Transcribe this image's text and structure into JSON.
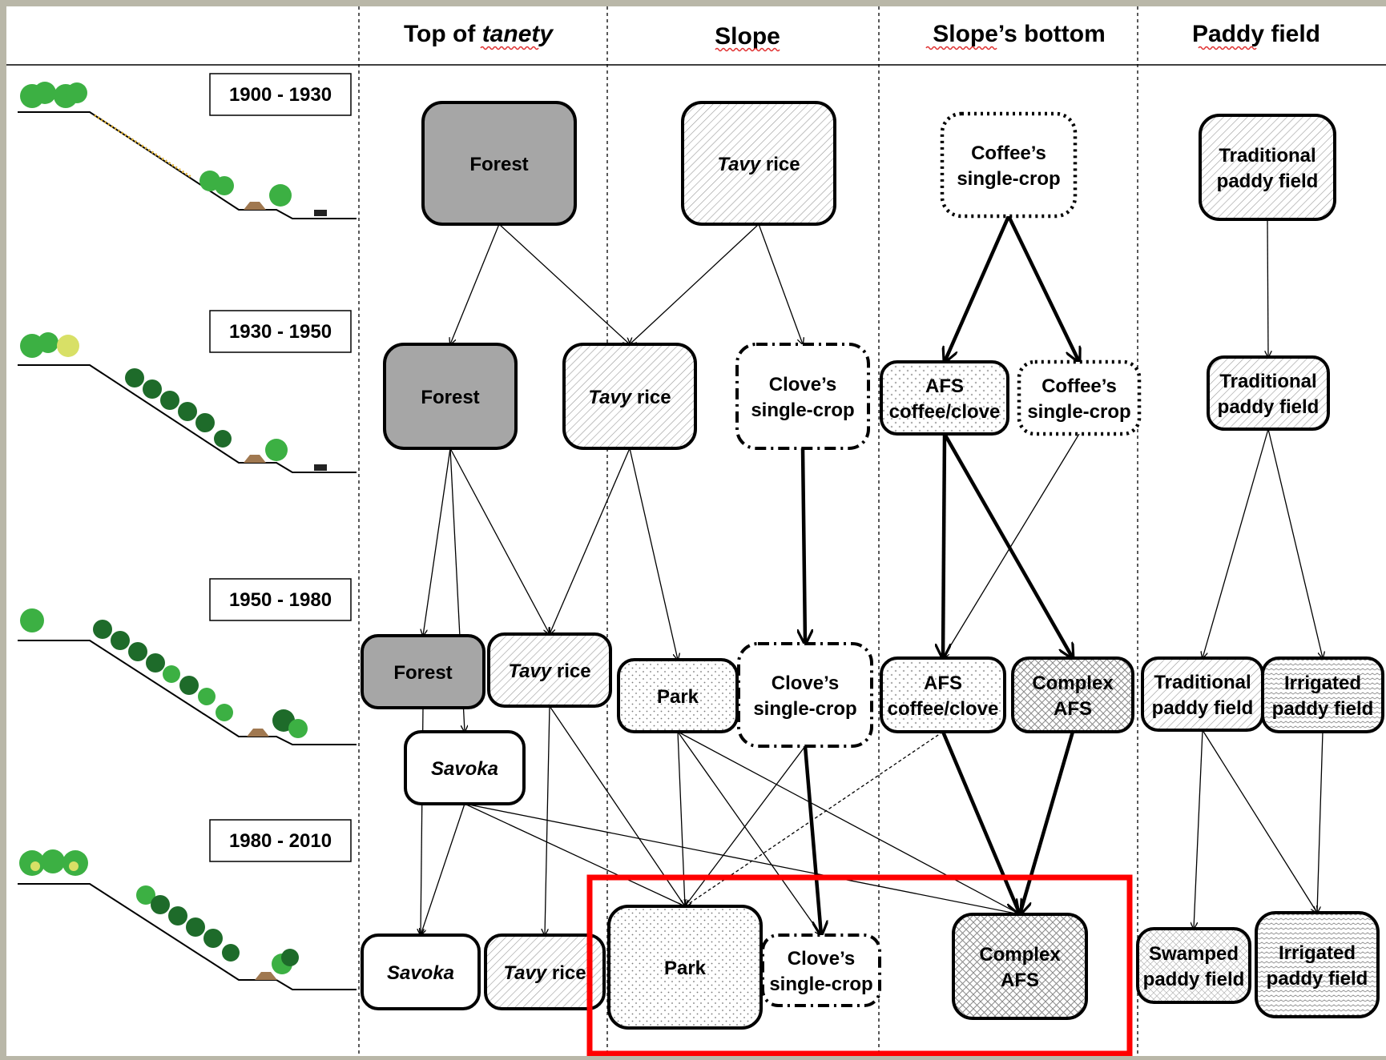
{
  "colors": {
    "frame": "#b9b7a8",
    "paper": "#ffffff",
    "forest_fill": "#a6a6a6",
    "highlight_border": "#ff0000",
    "squiggle": "#e03030",
    "tree_light": "#3cb043",
    "tree_dark": "#1e6b2a",
    "tree_yellow": "#d8e066",
    "hut": "#a07850"
  },
  "columns": {
    "top_prefix": "Top of ",
    "top_italic": "tanety",
    "slope": "Slope",
    "bottom": "Slope’s bottom",
    "paddy": "Paddy field"
  },
  "periods": [
    "1900 - 1930",
    "1930 - 1950",
    "1950 - 1980",
    "1980 - 2010"
  ],
  "nodes": {
    "p1_forest": {
      "lines": [
        "Forest"
      ],
      "style": "forest"
    },
    "p1_tavy": {
      "lines": [
        "Tavy rice"
      ],
      "style": "tavy"
    },
    "p1_coffee": {
      "lines": [
        "Coffee’s",
        "single-crop"
      ],
      "style": "coffee"
    },
    "p1_paddy": {
      "lines": [
        "Traditional",
        "paddy field"
      ],
      "style": "trad"
    },
    "p2_forest": {
      "lines": [
        "Forest"
      ],
      "style": "forest"
    },
    "p2_tavy": {
      "lines": [
        "Tavy rice"
      ],
      "style": "tavy"
    },
    "p2_clove": {
      "lines": [
        "Clove’s",
        "single-crop"
      ],
      "style": "clove"
    },
    "p2_afs": {
      "lines": [
        "AFS",
        "coffee/clove"
      ],
      "style": "afs"
    },
    "p2_coffee": {
      "lines": [
        "Coffee’s",
        "single-crop"
      ],
      "style": "coffee"
    },
    "p2_paddy": {
      "lines": [
        "Traditional",
        "paddy field"
      ],
      "style": "trad"
    },
    "p3_forest": {
      "lines": [
        "Forest"
      ],
      "style": "forest"
    },
    "p3_tavy": {
      "lines": [
        "Tavy rice"
      ],
      "style": "tavy"
    },
    "p3_savoka": {
      "lines": [
        "Savoka"
      ],
      "style": "savoka"
    },
    "p3_park": {
      "lines": [
        "Park"
      ],
      "style": "park"
    },
    "p3_clove": {
      "lines": [
        "Clove’s",
        "single-crop"
      ],
      "style": "clove"
    },
    "p3_afs": {
      "lines": [
        "AFS",
        "coffee/clove"
      ],
      "style": "afs"
    },
    "p3_complex": {
      "lines": [
        "Complex",
        "AFS"
      ],
      "style": "complex"
    },
    "p3_trad": {
      "lines": [
        "Traditional",
        "paddy field"
      ],
      "style": "trad"
    },
    "p3_irrig": {
      "lines": [
        "Irrigated",
        "paddy field"
      ],
      "style": "irrig"
    },
    "p4_savoka": {
      "lines": [
        "Savoka"
      ],
      "style": "savoka"
    },
    "p4_tavy": {
      "lines": [
        "Tavy rice"
      ],
      "style": "tavy"
    },
    "p4_park": {
      "lines": [
        "Park"
      ],
      "style": "park"
    },
    "p4_clove": {
      "lines": [
        "Clove’s",
        "single-crop"
      ],
      "style": "clove"
    },
    "p4_complex": {
      "lines": [
        "Complex",
        "AFS"
      ],
      "style": "complex"
    },
    "p4_swamp": {
      "lines": [
        "Swamped",
        "paddy field"
      ],
      "style": "swamp"
    },
    "p4_irrig": {
      "lines": [
        "Irrigated",
        "paddy field"
      ],
      "style": "irrig"
    }
  },
  "edges": [
    {
      "from": "p1_forest",
      "to": "p2_forest",
      "weight": "thin"
    },
    {
      "from": "p1_forest",
      "to": "p2_tavy",
      "weight": "thin"
    },
    {
      "from": "p1_tavy",
      "to": "p2_tavy",
      "weight": "thin"
    },
    {
      "from": "p1_tavy",
      "to": "p2_clove",
      "weight": "thin"
    },
    {
      "from": "p1_coffee",
      "to": "p2_afs",
      "weight": "thick"
    },
    {
      "from": "p1_coffee",
      "to": "p2_coffee",
      "weight": "thick"
    },
    {
      "from": "p1_paddy",
      "to": "p2_paddy",
      "weight": "thin"
    },
    {
      "from": "p2_forest",
      "to": "p3_forest",
      "weight": "thin"
    },
    {
      "from": "p2_forest",
      "to": "p3_tavy",
      "weight": "thin"
    },
    {
      "from": "p2_forest",
      "to": "p3_savoka",
      "weight": "thin"
    },
    {
      "from": "p2_tavy",
      "to": "p3_tavy",
      "weight": "thin"
    },
    {
      "from": "p2_tavy",
      "to": "p3_park",
      "weight": "thin"
    },
    {
      "from": "p2_clove",
      "to": "p3_clove",
      "weight": "thick"
    },
    {
      "from": "p2_afs",
      "to": "p3_afs",
      "weight": "thick"
    },
    {
      "from": "p2_afs",
      "to": "p3_complex",
      "weight": "thick"
    },
    {
      "from": "p2_coffee",
      "to": "p3_afs",
      "weight": "thin"
    },
    {
      "from": "p2_paddy",
      "to": "p3_trad",
      "weight": "thin"
    },
    {
      "from": "p2_paddy",
      "to": "p3_irrig",
      "weight": "thin"
    },
    {
      "from": "p3_forest",
      "to": "p4_savoka",
      "weight": "thin"
    },
    {
      "from": "p3_savoka",
      "to": "p4_savoka",
      "weight": "thin"
    },
    {
      "from": "p3_savoka",
      "to": "p4_park",
      "weight": "thin"
    },
    {
      "from": "p3_savoka",
      "to": "p4_complex",
      "weight": "thin"
    },
    {
      "from": "p3_tavy",
      "to": "p4_tavy",
      "weight": "thin"
    },
    {
      "from": "p3_tavy",
      "to": "p4_park",
      "weight": "thin"
    },
    {
      "from": "p3_park",
      "to": "p4_park",
      "weight": "thin"
    },
    {
      "from": "p3_park",
      "to": "p4_clove",
      "weight": "thin"
    },
    {
      "from": "p3_park",
      "to": "p4_complex",
      "weight": "thin"
    },
    {
      "from": "p3_clove",
      "to": "p4_clove",
      "weight": "thick"
    },
    {
      "from": "p3_clove",
      "to": "p4_park",
      "weight": "thin"
    },
    {
      "from": "p3_afs",
      "to": "p4_park",
      "weight": "dashed"
    },
    {
      "from": "p3_afs",
      "to": "p4_complex",
      "weight": "thick"
    },
    {
      "from": "p3_complex",
      "to": "p4_complex",
      "weight": "thick"
    },
    {
      "from": "p3_trad",
      "to": "p4_swamp",
      "weight": "thin"
    },
    {
      "from": "p3_trad",
      "to": "p4_irrig",
      "weight": "thin"
    },
    {
      "from": "p3_irrig",
      "to": "p4_irrig",
      "weight": "thin"
    }
  ]
}
